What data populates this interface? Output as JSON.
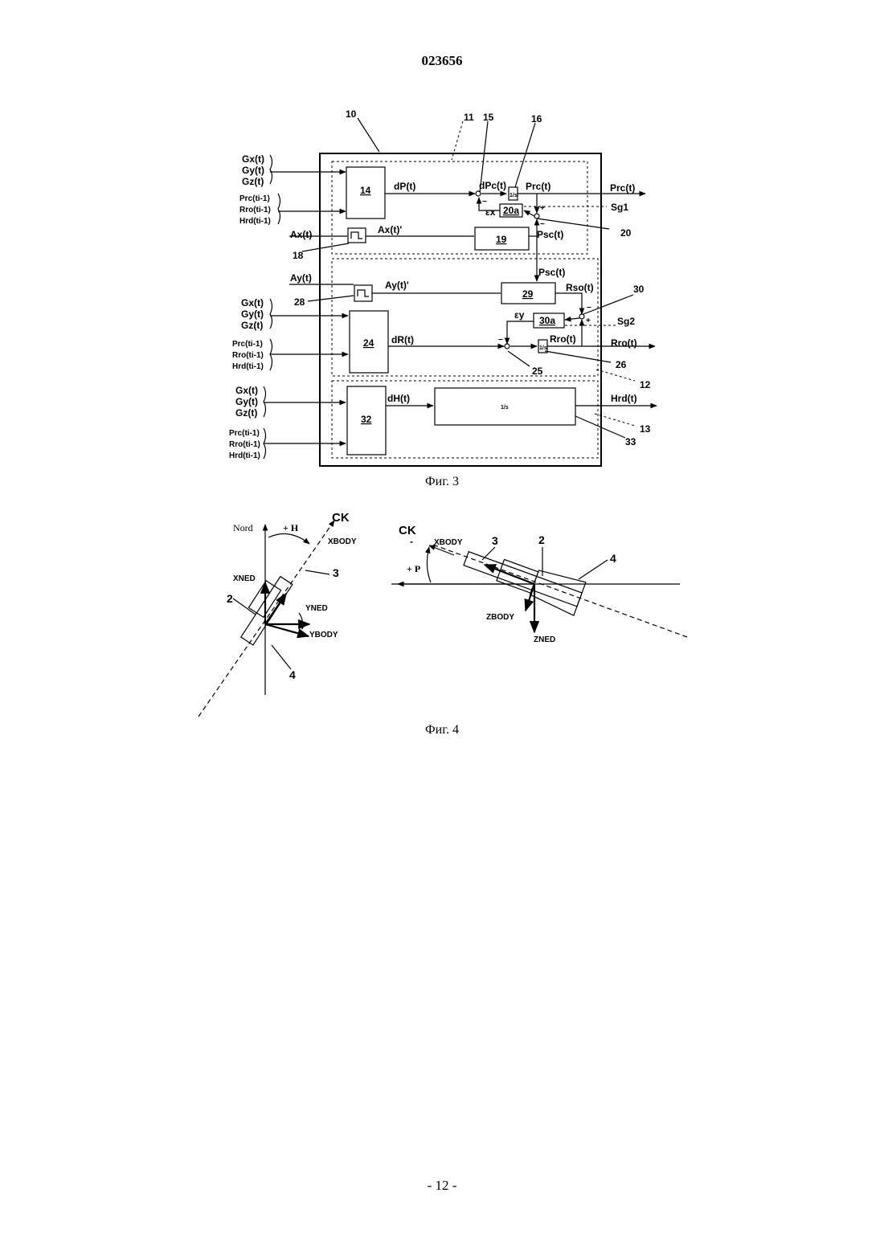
{
  "document_number": "023656",
  "page_footer": "- 12 -",
  "fig3": {
    "caption": "Фиг. 3",
    "refs": [
      "10",
      "11",
      "15",
      "16",
      "20",
      "18",
      "30",
      "12",
      "25",
      "26",
      "13",
      "33",
      "28"
    ],
    "blocks": {
      "b14": "14",
      "b19": "19",
      "b20a": "20a",
      "b29": "29",
      "b30a": "30a",
      "b24": "24",
      "b32": "32"
    },
    "integrator": "1/s",
    "inputs_group1": [
      "Gx(t)",
      "Gy(t)",
      "Gz(t)"
    ],
    "inputs_group1b": [
      "Prc(ti-1)",
      "Rro(ti-1)",
      "Hrd(ti-1)"
    ],
    "ax_in": "Ax(t)",
    "ax_out": "Ax(t)'",
    "ay_in": "Ay(t)",
    "ay_out": "Ay(t)'",
    "inputs_group2": [
      "Gx(t)",
      "Gy(t)",
      "Gz(t)"
    ],
    "inputs_group2b": [
      "Prc(ti-1)",
      "Rro(ti-1)",
      "Hrd(ti-1)"
    ],
    "inputs_group3": [
      "Gx(t)",
      "Gy(t)",
      "Gz(t)"
    ],
    "inputs_group3b": [
      "Prc(ti-1)",
      "Rro(ti-1)",
      "Hrd(ti-1)"
    ],
    "signals": {
      "dP": "dP(t)",
      "dPc": "dPc(t)",
      "Prc_in": "Prc(t)",
      "Prc_out": "Prc(t)",
      "ex": "εx",
      "Sg1": "Sg1",
      "Psc1": "Psc(t)",
      "Psc2": "Psc(t)",
      "Rso": "Rso(t)",
      "ey": "εy",
      "Sg2": "Sg2",
      "dR": "dR(t)",
      "Rro_in": "Rro(t)",
      "Rro_out": "Rro(t)",
      "dH": "dH(t)",
      "Hrd": "Hrd(t)"
    }
  },
  "fig4": {
    "caption": "Фиг. 4",
    "left": {
      "nord": "Nord",
      "plus_h": "+ H",
      "ck": "CK",
      "xbody": "XBODY",
      "xned": "XNED",
      "yned": "YNED",
      "ybody": "YBODY",
      "n2": "2",
      "n3": "3",
      "n4": "4"
    },
    "right": {
      "ck": "CK",
      "minus": "-",
      "xbody": "XBODY",
      "plus_p": "+ P",
      "zbody": "ZBODY",
      "zned": "ZNED",
      "n2": "2",
      "n3": "3",
      "n4": "4"
    }
  }
}
